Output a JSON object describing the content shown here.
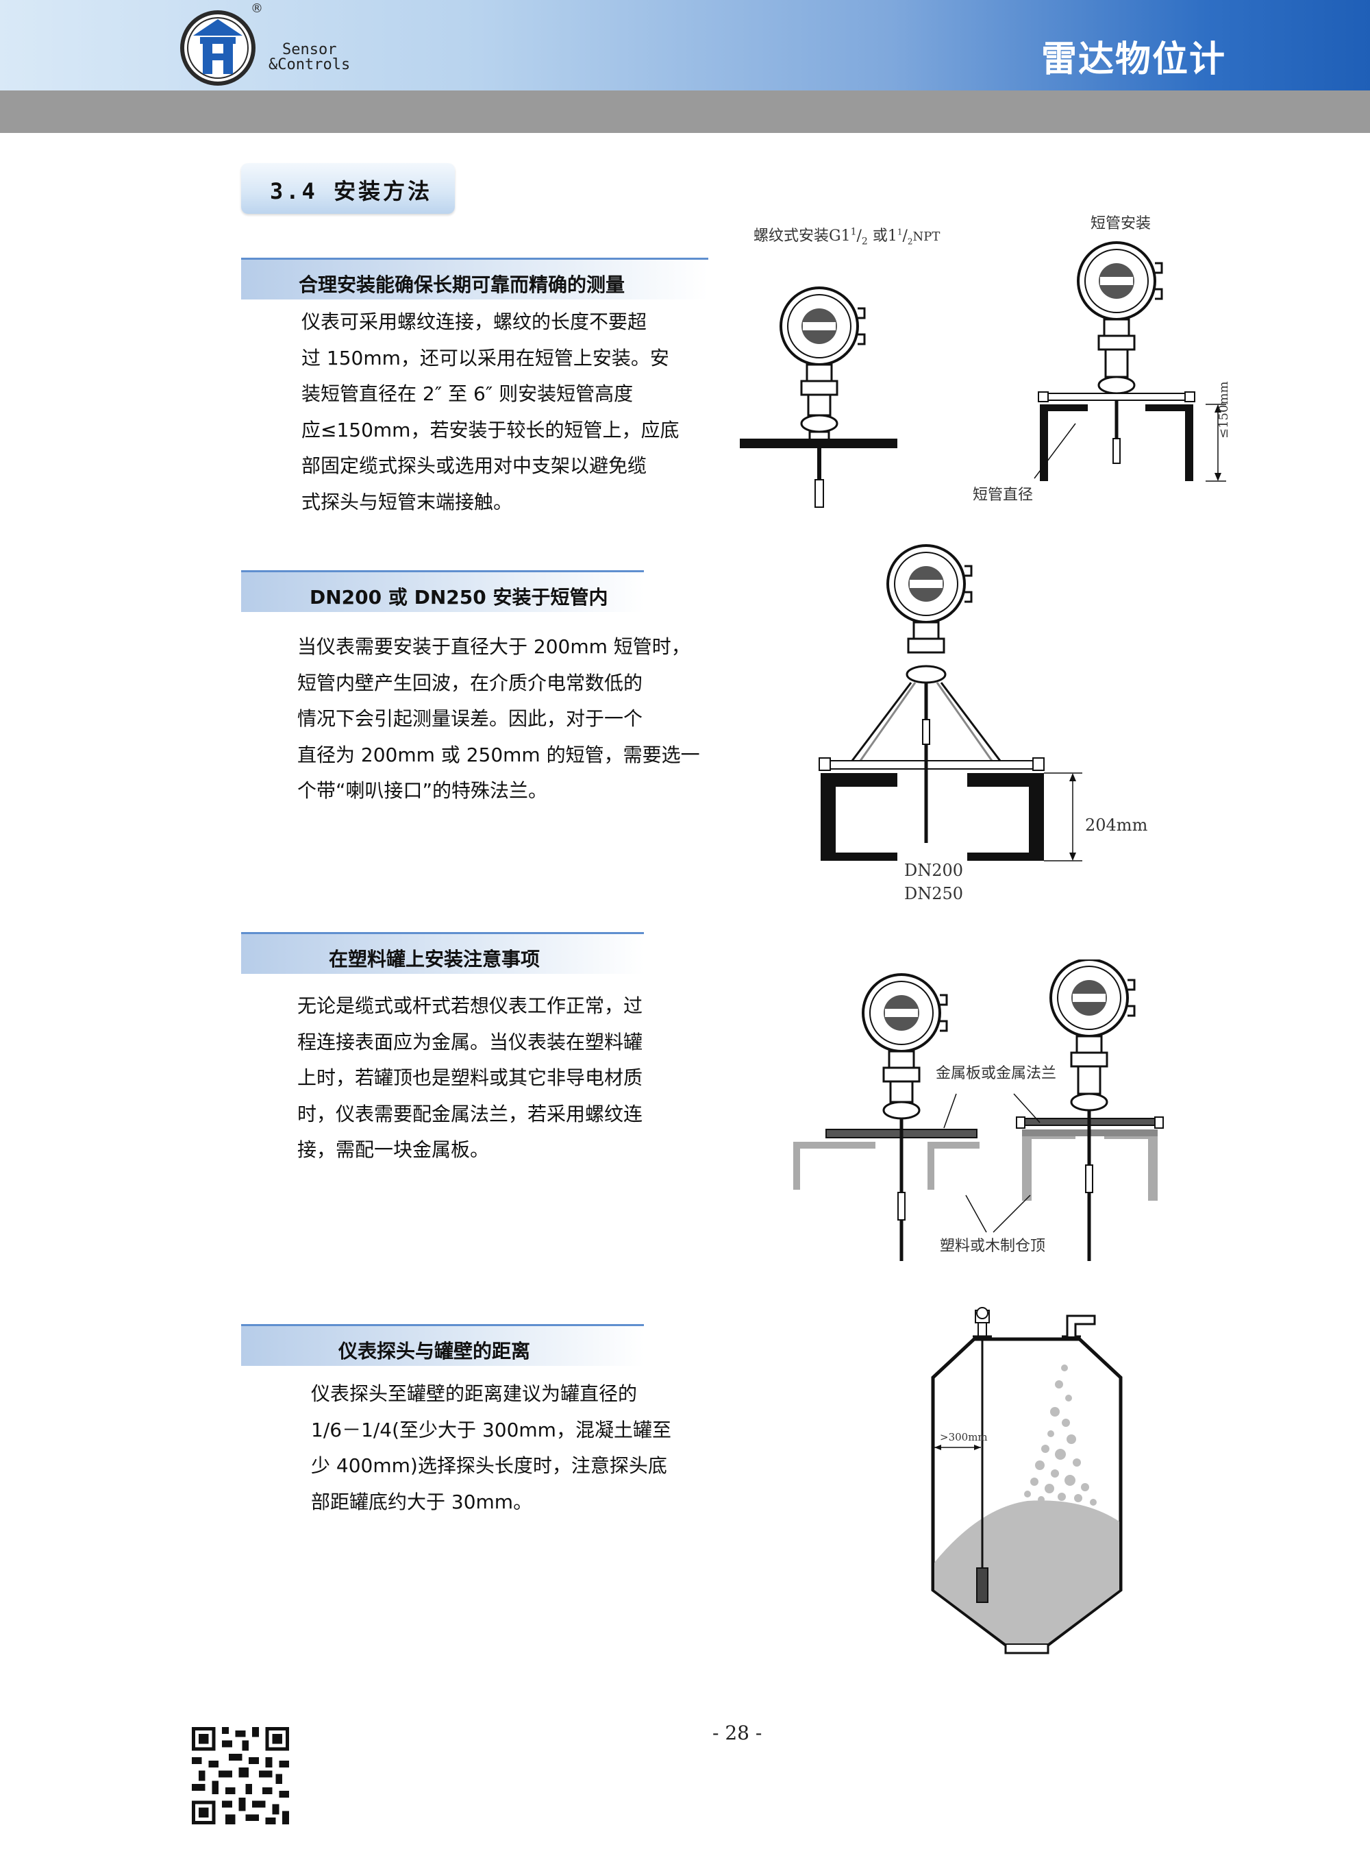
{
  "header": {
    "brand_line1": "Sensor",
    "brand_line2": "&Controls",
    "registered": "®",
    "title": "雷达物位计",
    "gradient_start": "#d9e9f7",
    "gradient_end": "#1f5fb7",
    "bar_color": "#9a9a9a"
  },
  "section": {
    "title": "3.4 安装方法"
  },
  "blocks": [
    {
      "heading": "合理安装能确保长期可靠而精确的测量",
      "lines": [
        "仪表可采用螺纹连接，螺纹的长度不要超",
        "过 150mm，还可以采用在短管上安装。安",
        "装短管直径在 2″ 至 6″ 则安装短管高度",
        "应≤150mm，若安装于较长的短管上，应底",
        "部固定缆式探头或选用对中支架以避免缆",
        "式探头与短管末端接触。"
      ]
    },
    {
      "heading": "DN200 或 DN250 安装于短管内",
      "lines": [
        "当仪表需要安装于直径大于 200mm 短管时，",
        "短管内壁产生回波，在介质介电常数低的",
        "情况下会引起测量误差。因此，对于一个",
        "直径为 200mm 或 250mm 的短管，需要选一",
        "个带“喇叭接口”的特殊法兰。"
      ]
    },
    {
      "heading": "在塑料罐上安装注意事项",
      "lines": [
        "无论是缆式或杆式若想仪表工作正常，过",
        "程连接表面应为金属。当仪表装在塑料罐",
        "上时，若罐顶也是塑料或其它非导电材质",
        "时，仪表需要配金属法兰，若采用螺纹连",
        "接，需配一块金属板。"
      ]
    },
    {
      "heading": "仪表探头与罐壁的距离",
      "lines": [
        "仪表探头至罐壁的距离建议为罐直径的",
        "1/6－1/4(至少大于 300mm，混凝土罐至",
        "少 400mm)选择探头长度时，注意探头底",
        "部距罐底约大于 30mm。"
      ]
    }
  ],
  "diagrams": {
    "d1": {
      "label_thread_prefix": "螺纹式安装G1",
      "label_thread_sup": "1",
      "label_thread_sub": "2",
      "label_thread_mid": " 或1",
      "label_thread_sup2": "1",
      "label_thread_sub2": "2",
      "label_thread_suffix": "NPT",
      "label_nozzle": "短管安装",
      "label_height": "≤150mm",
      "label_diameter": "短管直径"
    },
    "d2": {
      "label_height": "204mm",
      "label_dn200": "DN200",
      "label_dn250": "DN250"
    },
    "d3": {
      "label_metal": "金属板或金属法兰",
      "label_roof": "塑料或木制仓顶"
    },
    "d4": {
      "label_distance": ">300mm"
    }
  },
  "footer": {
    "page_number": "- 28 -"
  }
}
